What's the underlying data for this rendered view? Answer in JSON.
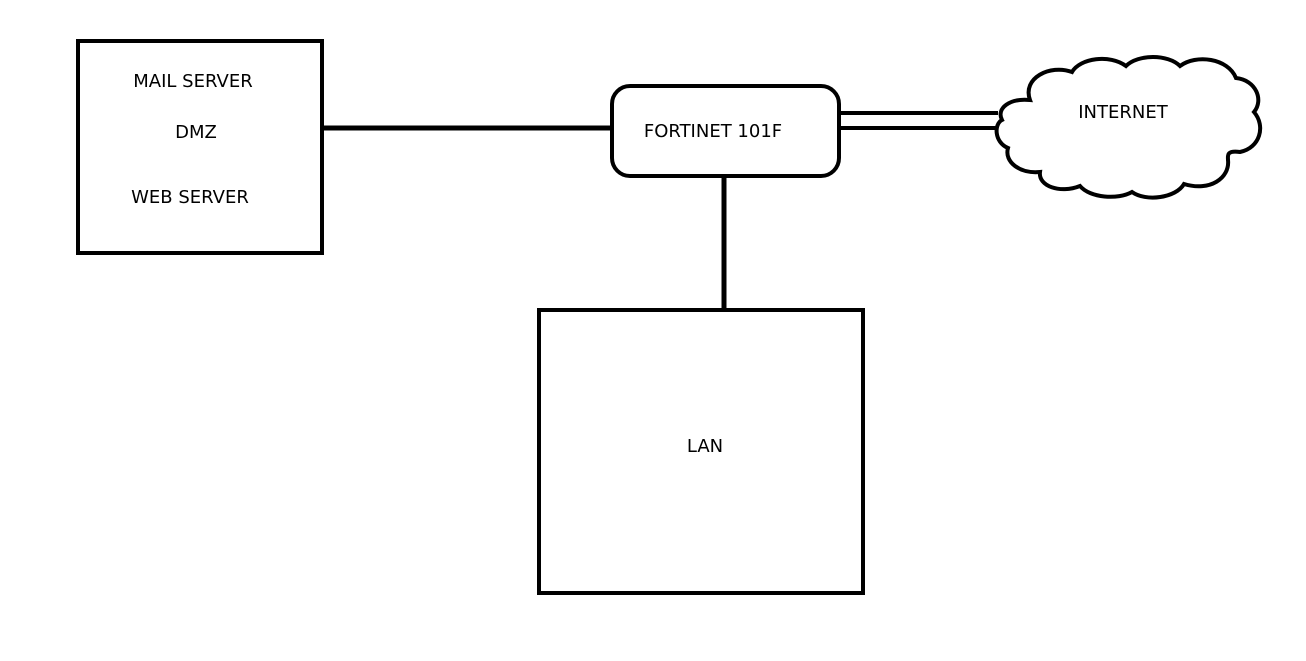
{
  "dmz": {
    "mail_server": "MAIL SERVER",
    "label": "DMZ",
    "web_server": "WEB SERVER"
  },
  "firewall": {
    "label": "FORTINET 101F"
  },
  "internet": {
    "label": "INTERNET"
  },
  "lan": {
    "label": "LAN"
  },
  "colors": {
    "stroke": "#000000",
    "background": "#ffffff"
  }
}
